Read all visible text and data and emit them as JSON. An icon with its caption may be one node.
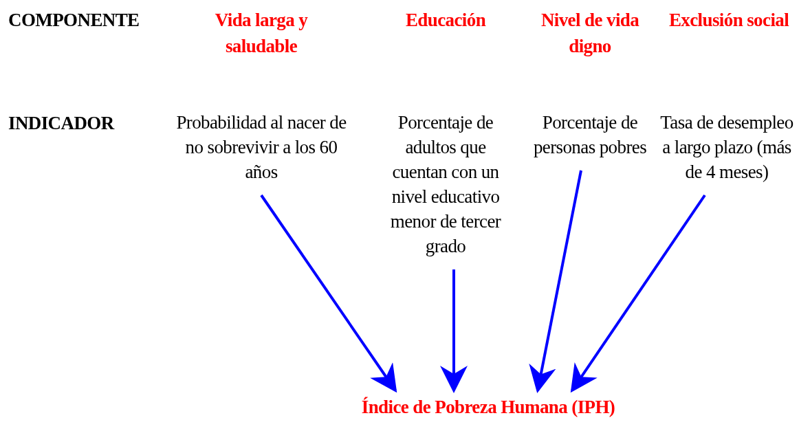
{
  "diagram": {
    "nodes": [
      {
        "text": [
          "Probabilidad al nacer de no sobrevivir a los 60 años"
        ]
      },
      {
        "text": [
          "Porcentaje de adultos que cuentan con un nivel educativo menor de tercer grado"
        ]
      },
      {
        "text": [
          "Porcentaje de personas pobres"
        ]
      },
      {
        "text": [
          "Tasa de desempleo a largo plazo (más de 4 meses)"
        ]
      },
      {
        "text": [
          "Índice de Pobreza Humana (IPH)"
        ]
      }
    ],
    "edges": [
      {
        "from": 0,
        "to": 4,
        "arrow": "to"
      },
      {
        "from": 1,
        "to": 4,
        "arrow": "to"
      },
      {
        "from": 2,
        "to": 4,
        "arrow": "to"
      },
      {
        "from": 3,
        "to": 4,
        "arrow": "to"
      }
    ],
    "labels": [
      "COMPONENTE",
      "Vida larga y saludable",
      "Educación",
      "Nivel de vida digno",
      "Exclusión social",
      "INDICADOR"
    ]
  }
}
